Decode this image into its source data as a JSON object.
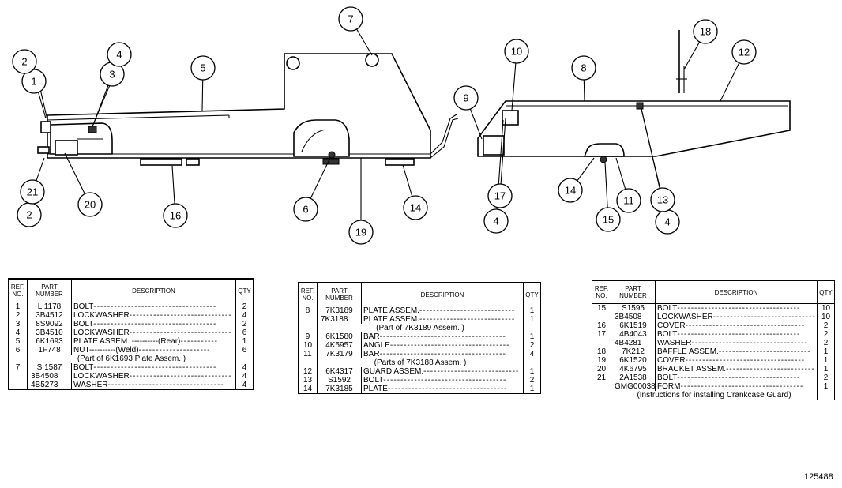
{
  "figure_number": "125488",
  "callouts": [
    "1",
    "2",
    "2",
    "3",
    "4",
    "4",
    "4",
    "5",
    "6",
    "7",
    "8",
    "9",
    "10",
    "11",
    "12",
    "13",
    "14",
    "14",
    "15",
    "16",
    "17",
    "18",
    "19",
    "20",
    "21"
  ],
  "headers": {
    "ref_no": "REF. NO.",
    "part_number": "PART NUMBER",
    "description": "DESCRIPTION",
    "qty": "QTY"
  },
  "table1": {
    "rows": [
      {
        "ref": "1",
        "pn": "L 1178",
        "desc": "BOLT",
        "qty": "2"
      },
      {
        "ref": "2",
        "pn": "3B4512",
        "desc": "LOCKWASHER",
        "qty": "4"
      },
      {
        "ref": "3",
        "pn": "8S9092",
        "desc": "BOLT",
        "qty": "2"
      },
      {
        "ref": "4",
        "pn": "3B4510",
        "desc": "LOCKWASHER",
        "qty": "6"
      },
      {
        "ref": "5",
        "pn": "6K1693",
        "desc": "PLATE ASSEM. ----------(Rear)",
        "qty": "1"
      },
      {
        "ref": "6",
        "pn": "1F748",
        "desc": "NUT----------(Weld)",
        "qty": "6"
      },
      {
        "note": "(Part of 6K1693 Plate Assem. )"
      },
      {
        "ref": "7",
        "pn": "S 1587",
        "desc": "BOLT",
        "qty": "4"
      },
      {
        "pn": "3B4508",
        "desc": "LOCKWASHER",
        "qty": "4"
      },
      {
        "pn": "4B5273",
        "desc": "WASHER",
        "qty": "4"
      }
    ]
  },
  "table2": {
    "rows": [
      {
        "ref": "8",
        "pn": "7K3189",
        "desc": "PLATE ASSEM.",
        "qty": "1"
      },
      {
        "pn": "7K3188",
        "desc": "PLATE ASSEM.",
        "qty": "1"
      },
      {
        "note": "(Part of 7K3189 Assem. )"
      },
      {
        "ref": "9",
        "pn": "6K1580",
        "desc": "BAR",
        "qty": "1"
      },
      {
        "ref": "10",
        "pn": "4K5957",
        "desc": "ANGLE",
        "qty": "2"
      },
      {
        "ref": "11",
        "pn": "7K3179",
        "desc": "BAR",
        "qty": "4"
      },
      {
        "note": "(Parts of 7K3188 Assem. )"
      },
      {
        "ref": "12",
        "pn": "6K4317",
        "desc": "GUARD ASSEM.",
        "qty": "1"
      },
      {
        "ref": "13",
        "pn": "S1592",
        "desc": "BOLT",
        "qty": "2"
      },
      {
        "ref": "14",
        "pn": "7K3185",
        "desc": "PLATE",
        "qty": "1"
      }
    ]
  },
  "table3": {
    "rows": [
      {
        "ref": "15",
        "pn": "S1595",
        "desc": "BOLT",
        "qty": "10"
      },
      {
        "pn": "3B4508",
        "desc": "LOCKWASHER",
        "qty": "10"
      },
      {
        "ref": "16",
        "pn": "6K1519",
        "desc": "COVER",
        "qty": "2"
      },
      {
        "ref": "17",
        "pn": "4B4043",
        "desc": "BOLT",
        "qty": "2"
      },
      {
        "pn": "4B4281",
        "desc": "WASHER",
        "qty": "2"
      },
      {
        "ref": "18",
        "pn": "7K212",
        "desc": "BAFFLE ASSEM.",
        "qty": "1"
      },
      {
        "ref": "19",
        "pn": "6K1520",
        "desc": "COVER",
        "qty": "1"
      },
      {
        "ref": "20",
        "pn": "4K6795",
        "desc": "BRACKET ASSEM.",
        "qty": "1"
      },
      {
        "ref": "21",
        "pn": "2A1538",
        "desc": "BOLT",
        "qty": "2"
      },
      {
        "pn": "GMG00038",
        "desc": "FORM",
        "qty": "1"
      },
      {
        "note": "(Instructions for installing Crankcase Guard)"
      }
    ]
  }
}
